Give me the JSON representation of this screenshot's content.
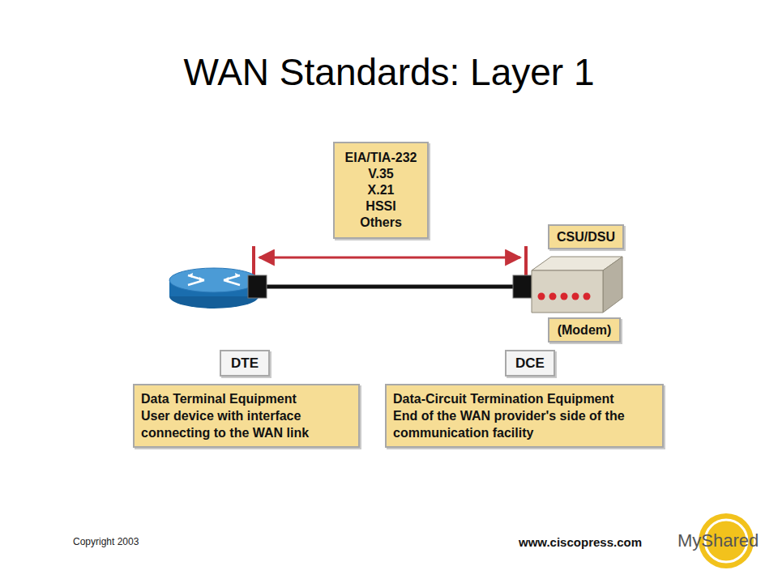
{
  "diagram": {
    "title": "WAN Standards: Layer 1",
    "nodes": [
      {
        "text": [
          "EIA/TIA-232",
          "V.35",
          "X.21",
          "HSSI",
          "Others"
        ]
      },
      {
        "text": [
          "CSU/DSU"
        ]
      },
      {
        "text": [
          "(Modem)"
        ]
      },
      {
        "text": [
          "DTE"
        ]
      },
      {
        "text": [
          "DCE"
        ]
      },
      {
        "text": [
          "Data Terminal Equipment",
          "User device with interface connecting to the WAN link"
        ]
      },
      {
        "text": [
          "Data-Circuit Termination Equipment",
          "End of the WAN provider's side of the communication facility"
        ]
      }
    ],
    "labels": [
      "Copyright 2003",
      "www.ciscopress.com",
      "MyShared"
    ]
  }
}
